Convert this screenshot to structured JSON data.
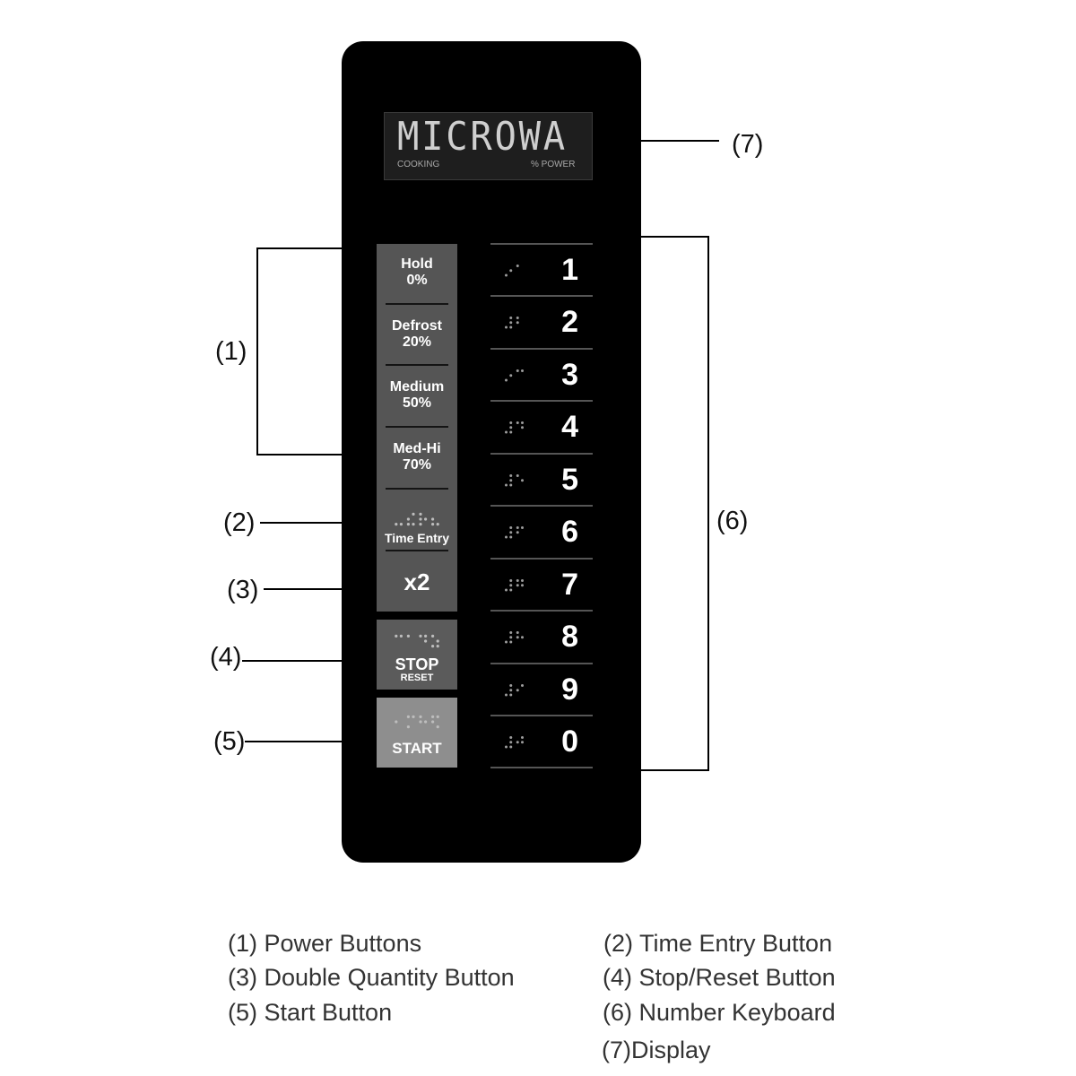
{
  "display": {
    "text": "MICROWA",
    "cooking_label": "COOKING",
    "power_label": "% POWER"
  },
  "power_buttons": [
    {
      "line1": "Hold",
      "line2": "0%"
    },
    {
      "line1": "Defrost",
      "line2": "20%"
    },
    {
      "line1": "Medium",
      "line2": "50%"
    },
    {
      "line1": "Med-Hi",
      "line2": "70%"
    }
  ],
  "time_entry_label": "Time Entry",
  "double_label": "x2",
  "stop_label": "STOP",
  "reset_label": "RESET",
  "start_label": "START",
  "keypad": [
    "1",
    "2",
    "3",
    "4",
    "5",
    "6",
    "7",
    "8",
    "9",
    "0"
  ],
  "callouts": {
    "c1": "(1)",
    "c2": "(2)",
    "c3": "(3)",
    "c4": "(4)",
    "c5": "(5)",
    "c6": "(6)",
    "c7": "(7)"
  },
  "legend": [
    "(1) Power Buttons",
    "(2) Time Entry Button",
    "(3) Double Quantity Button",
    "(4) Stop/Reset Button",
    "(5) Start Button",
    "(6) Number Keyboard",
    "(7)Display"
  ]
}
